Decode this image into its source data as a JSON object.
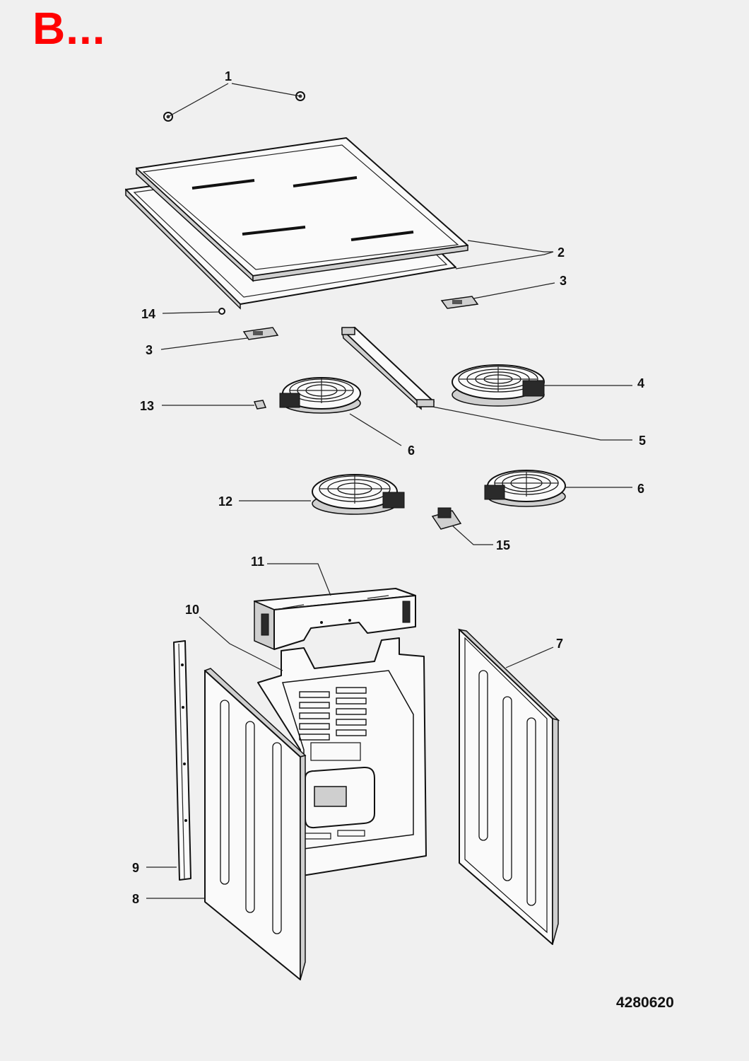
{
  "header": {
    "title": "B...",
    "title_color": "#ff0000"
  },
  "footer": {
    "doc_number": "4280620"
  },
  "callouts": [
    {
      "id": "c1",
      "label": "1"
    },
    {
      "id": "c2",
      "label": "2"
    },
    {
      "id": "c3a",
      "label": "3"
    },
    {
      "id": "c3b",
      "label": "3"
    },
    {
      "id": "c14",
      "label": "14"
    },
    {
      "id": "c4",
      "label": "4"
    },
    {
      "id": "c5",
      "label": "5"
    },
    {
      "id": "c13",
      "label": "13"
    },
    {
      "id": "c6a",
      "label": "6"
    },
    {
      "id": "c6b",
      "label": "6"
    },
    {
      "id": "c12",
      "label": "12"
    },
    {
      "id": "c15",
      "label": "15"
    },
    {
      "id": "c11",
      "label": "11"
    },
    {
      "id": "c10",
      "label": "10"
    },
    {
      "id": "c7",
      "label": "7"
    },
    {
      "id": "c9",
      "label": "9"
    },
    {
      "id": "c8",
      "label": "8"
    }
  ]
}
